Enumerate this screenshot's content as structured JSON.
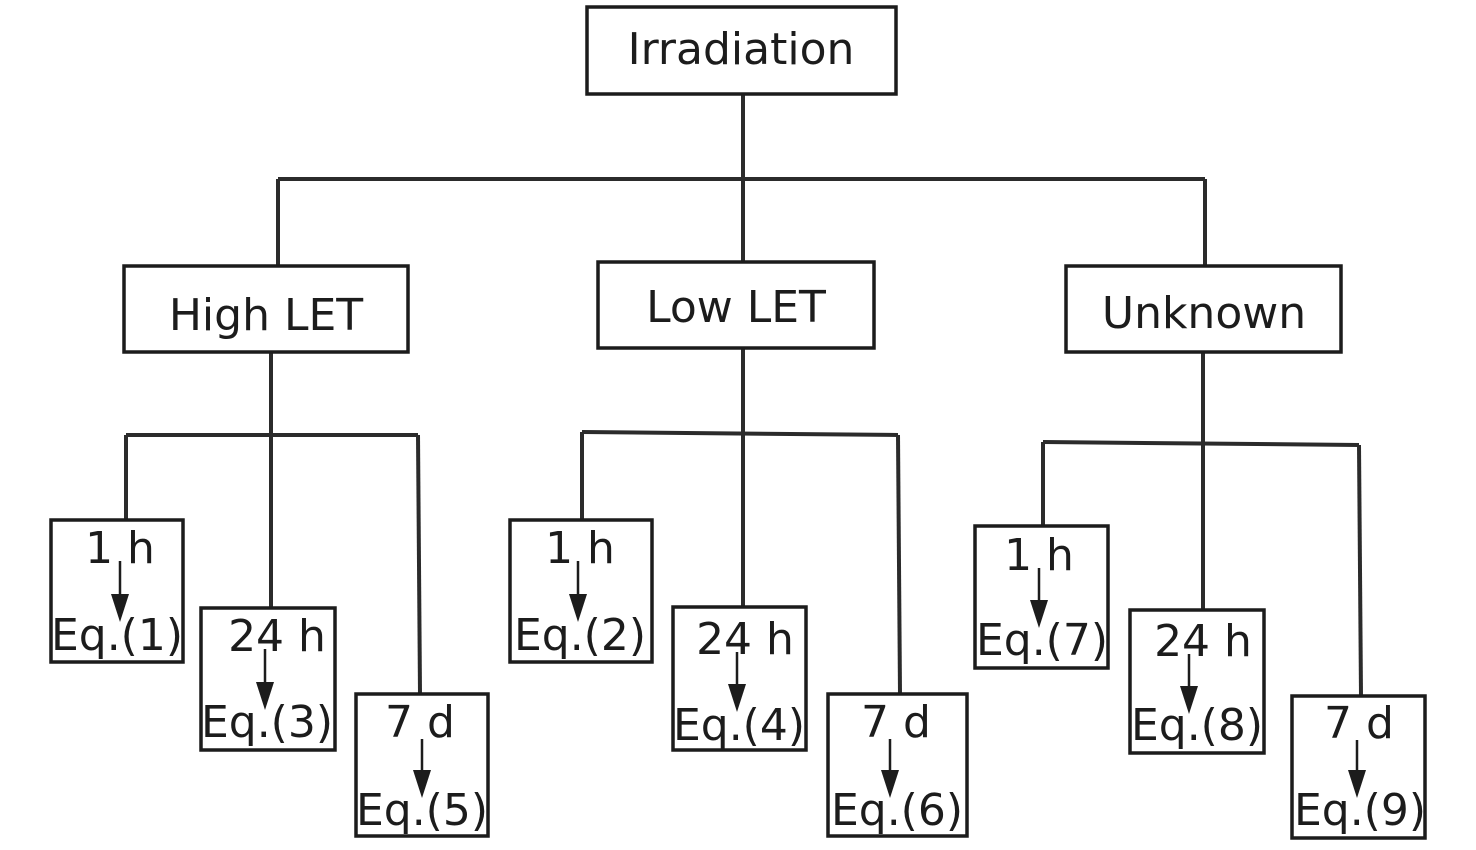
{
  "root": {
    "label": "Irradiation"
  },
  "branches": [
    {
      "label": "High LET",
      "leaves": [
        {
          "time": "1 h",
          "eq": "Eq.(1)"
        },
        {
          "time": "24 h",
          "eq": "Eq.(3)"
        },
        {
          "time": "7 d",
          "eq": "Eq.(5)"
        }
      ]
    },
    {
      "label": "Low LET",
      "leaves": [
        {
          "time": "1 h",
          "eq": "Eq.(2)"
        },
        {
          "time": "24 h",
          "eq": "Eq.(4)"
        },
        {
          "time": "7 d",
          "eq": "Eq.(6)"
        }
      ]
    },
    {
      "label": "Unknown",
      "leaves": [
        {
          "time": "1 h",
          "eq": "Eq.(7)"
        },
        {
          "time": "24 h",
          "eq": "Eq.(8)"
        },
        {
          "time": "7 d",
          "eq": "Eq.(9)"
        }
      ]
    }
  ]
}
